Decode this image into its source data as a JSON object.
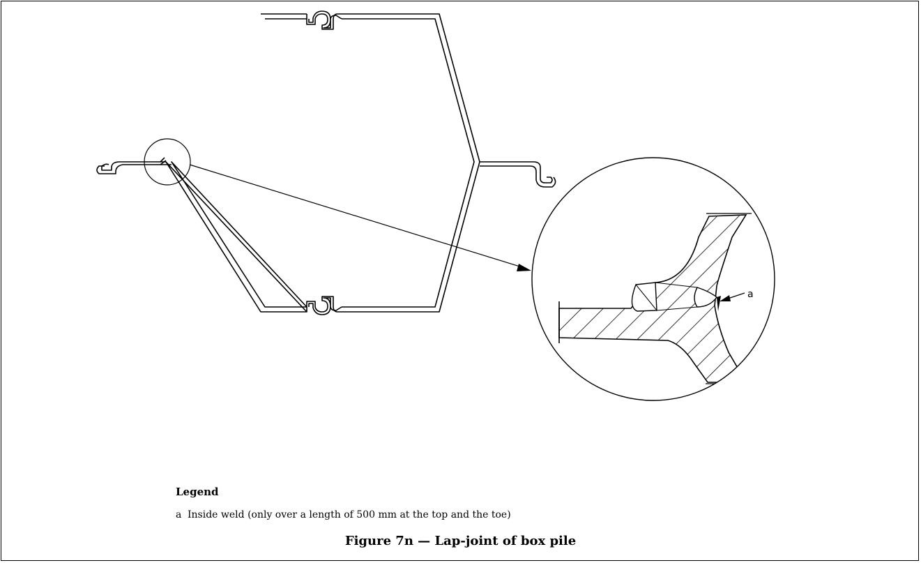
{
  "figure": {
    "detail_label": "a",
    "legend_title": "Legend",
    "legend_items": [
      {
        "key": "a",
        "text": "Inside weld (only over a length of 500 mm at the top and the toe)"
      }
    ],
    "caption": "Figure 7n — Lap-joint of box pile"
  },
  "colors": {
    "line": "#000000",
    "background": "#ffffff"
  }
}
